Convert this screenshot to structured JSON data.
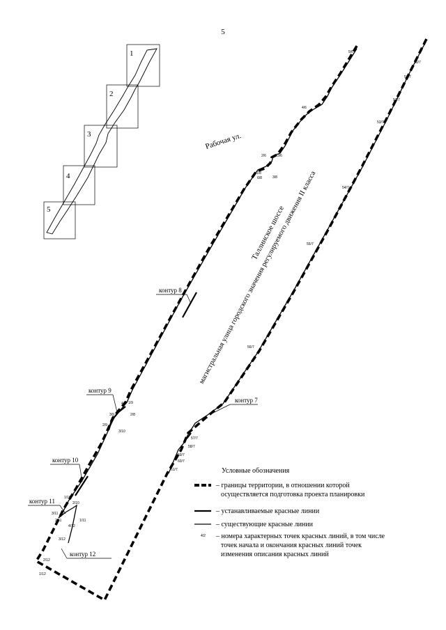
{
  "page_number": "5",
  "index_map": {
    "cells": [
      "1",
      "2",
      "3",
      "4",
      "5"
    ]
  },
  "streets": {
    "rabochaya": "Рабочая ул.",
    "tallinskoe": "Таллинское шоссе",
    "magistral": "магистральная улица городского значения регулируемого движения II класса"
  },
  "contours": [
    "контур 7",
    "контур 8",
    "контур 9",
    "контур 10",
    "контур 11",
    "контур 12"
  ],
  "points": {
    "p5_6": "5/6",
    "p4_6": "4/6",
    "p3_6": "3/6",
    "p2_6": "2/6",
    "p1_8": "1/8",
    "p3_8": "3/8",
    "p6_8": "6/8",
    "p4_9": "4/9",
    "p1_9": "1/9",
    "p3_9": "3/9",
    "p2_8": "2/8",
    "p2_9": "2/9",
    "p3_10": "3/10",
    "p1_10": "1/10",
    "p2_10": "2/10",
    "p3_11": "3/11",
    "p2_11": "2/11",
    "p1_11": "1/11",
    "p4_12": "4/12",
    "p3_12": "3/12",
    "p2_12": "2/12",
    "p1_12": "1/12",
    "p50_7": "50/7",
    "p51_7": "51/7",
    "p52_7": "52/7",
    "p53_7": "53/7",
    "p54_7": "54/7",
    "p55_7": "55/7",
    "p56_7": "56/7",
    "p57_7": "57/7",
    "p58_7": "58/7",
    "p59_7": "59/7",
    "p60_7": "60/7",
    "p61_7": "61/7"
  },
  "legend": {
    "title": "Условные обозначения",
    "boundary": "– границы территории, в отношении которой",
    "boundary_2": "осуществляется подготовка проекта планировки",
    "established": "– устанавливаемые  красные линии",
    "existing": "– существующие красные линии",
    "point_sample": "4/2",
    "points_1": "– номера характерных точек красных линий, в том числе",
    "points_2": "точек начала  и  окончания  красных  линий  точек",
    "points_3": "изменения описания красных линий"
  }
}
